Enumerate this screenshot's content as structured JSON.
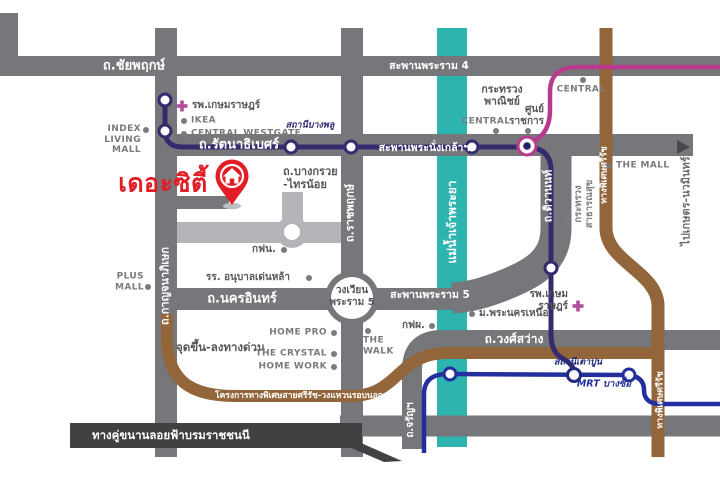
{
  "map": {
    "brand": {
      "name": "เดอะซิตี้",
      "color": "#e11d26"
    },
    "colors": {
      "road_gray": "#76777a",
      "road_light": "#b3b5b8",
      "road_dark": "#414042",
      "river_teal": "#2db4af",
      "mrt_purple": "#342a6e",
      "mrt_pink": "#b93a8d",
      "mrt_blue": "#232f9e",
      "expressway_brown": "#92653a",
      "brand_red": "#e11d26"
    },
    "river": {
      "name": "แม่น้ำเจ้าพระยา"
    },
    "roads": {
      "chaiyapruek": "ถ.ชัยพฤกษ์",
      "rama4_bridge": "สะพานพระราม 4",
      "rattanathibet": "ถ.รัตนาธิเบศร์",
      "phranangklao_bridge": "สะพานพระนั่งเกล้าฯ",
      "nakhon_in": "ถ.นครอินทร์",
      "rama5_bridge": "สะพานพระราม 5",
      "wongsawang": "ถ.วงศ์สว่าง",
      "kanchanaphisek": "ถ.กาญจนาภิเษก",
      "ratchaphruek": "ถ.ราชพฤกษ์",
      "tiwanon": "ถ.ติวานนท์",
      "charan": "ถ.จรัญฯ",
      "borommaratchachonnani": "ทางคู่ขนานลอยฟ้าบรมราชชนนี",
      "bangkruai_line1": "ถ.บางกรวย",
      "bangkruai_line2": "-ไทรน้อย",
      "roundabout_line1": "วงเวียน",
      "roundabout_line2": "พระราม 5",
      "to_kaset_nawamin": "ไปเกษตร-นวมินทร์"
    },
    "expressways": {
      "sirat": "ทางพิเศษศรีรัช",
      "sirat_outer_ring": "โครงการทางพิเศษสายศรีรัช-วงแหวนรอบนอก",
      "access_point": "จุดขึ้น-ลงทางด่วน"
    },
    "transit": {
      "bangphlu_station": "สถานีบางพลู",
      "taopoon_station": "สถานีเตาปูน",
      "mrt_bangsue": "MRT บางซื่อ"
    },
    "places": {
      "index_line1": "INDEX",
      "index_line2": "LIVING",
      "index_line3": "MALL",
      "kasemrat_hospital": "รพ.เกษมราษฎร์",
      "ikea": "IKEA",
      "central_westgate": "CENTRAL WESTGATE",
      "commerce_line1": "กระทรวง",
      "commerce_line2": "พาณิชย์",
      "central": "CENTRAL",
      "govcenter_line1": "ศูนย์",
      "govcenter_line2": "ราชการ",
      "the_mall": "THE MALL",
      "health_line1": "กระทรวง",
      "health_line2": "สาธารณสุข",
      "mea": "กฟน.",
      "denla_school": "รร. อนุบาลเด่นหล้า",
      "plus_line1": "PLUS",
      "plus_line2": "MALL",
      "home_pro": "HOME PRO",
      "the_crystal": "THE CRYSTAL",
      "home_work": "HOME WORK",
      "walk_line1": "THE",
      "walk_line2": "WALK",
      "egat": "กฟผ.",
      "kmutnb": "ม.พระนครเหนือ",
      "kasemrat2_line1": "รพ.เกษม",
      "kasemrat2_line2": "ราษฎร์"
    }
  }
}
